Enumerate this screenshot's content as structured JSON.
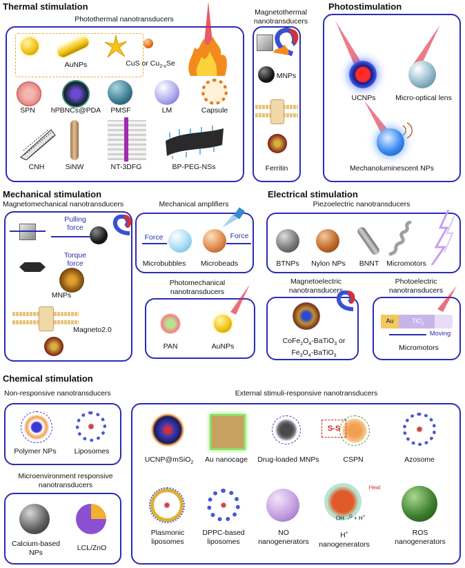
{
  "thermal": {
    "title": "Thermal stimulation",
    "photothermal": {
      "subtitle": "Photothermal nanotransducers",
      "labels": [
        "AuNPs",
        "CuS or Cu",
        "2-x",
        "Se",
        "SPN",
        "hPBNCs@PDA",
        "PMSF",
        "LM",
        "Capsule",
        "CNH",
        "SiNW",
        "NT-3DFG",
        "BP-PEG-NSs"
      ]
    },
    "magnetothermal": {
      "subtitle": [
        "Magnetothermal",
        "nanotransducers"
      ],
      "labels": [
        "MNPs",
        "Ferritin"
      ]
    }
  },
  "photo": {
    "title": "Photostimulation",
    "labels": [
      "UCNPs",
      "Micro-optical lens",
      "Mechanoluminescent NPs"
    ]
  },
  "mechanical": {
    "title": "Mechanical stimulation",
    "magnetomech": {
      "subtitle": "Magnetomechanical nanotransducers",
      "labels": [
        "Pulling",
        "force",
        "Torque",
        "force",
        "MNPs",
        "Magneto2.0"
      ]
    },
    "amplifiers": {
      "subtitle": "Mechanical amplifiers",
      "labels": [
        "Force",
        "Force",
        "Microbubbles",
        "Microbeads"
      ]
    },
    "photomech": {
      "subtitle": [
        "Photomechanical",
        "nanotransducers"
      ],
      "labels": [
        "PAN",
        "AuNPs"
      ]
    }
  },
  "electrical": {
    "title": "Electrical stimulation",
    "piezo": {
      "subtitle": "Piezoelectric nanotransducers",
      "labels": [
        "BTNPs",
        "Nylon NPs",
        "BNNT",
        "Micromotors"
      ]
    },
    "magnetoelectric": {
      "subtitle": [
        "Magnetoelectric",
        "nanotransducers"
      ],
      "labels": [
        "CoFe",
        "2",
        "O",
        "4",
        "-BaTiO",
        "3",
        " or",
        "Fe",
        "3",
        "O",
        "4",
        "-BaTiO",
        "3"
      ]
    },
    "photoelectric": {
      "subtitle": [
        "Photoelectric",
        "nanotransducers"
      ],
      "labels": [
        "Au",
        "TiO",
        "2",
        "Moving",
        "Micromotors"
      ]
    }
  },
  "chemical": {
    "title": "Chemical stimulation",
    "nonresponsive": {
      "subtitle": "Non-responsive nanotransducers",
      "labels": [
        "Polymer NPs",
        "Liposomes"
      ]
    },
    "microenv": {
      "subtitle": [
        "Microenvironment responsive",
        "nanotransducers"
      ],
      "labels": [
        "Calcium-based",
        "NPs",
        "LCL/ZnO"
      ]
    },
    "external": {
      "subtitle": "External stimuli-responsive nanotransducers",
      "labels": [
        "UCNP@mSiO",
        "2",
        "Au nanocage",
        "Drug-loaded MNPs",
        "CSPN",
        "Azosome",
        "Plasmonic",
        "liposomes",
        "DPPC-based",
        "liposomes",
        "NO",
        "nanogenerators",
        "H",
        "+",
        "nanogenerators",
        "ROS",
        "nanogenerators"
      ],
      "chem": [
        "S",
        "S",
        "Heat",
        "OH",
        "+ H",
        "+",
        "O",
        "-",
        "O"
      ]
    }
  },
  "colors": {
    "frame": "#2b2bb0",
    "gold": "#f2c417",
    "laser": "#e0223a"
  }
}
